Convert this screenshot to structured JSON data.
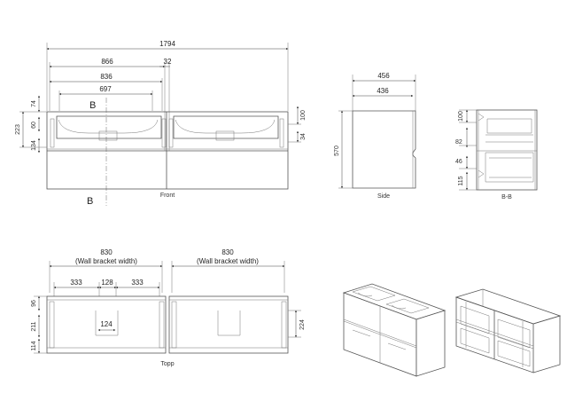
{
  "front": {
    "label": "Front",
    "dims": {
      "overall_width": "1794",
      "basin_width": "866",
      "gap": "32",
      "inner_width": "836",
      "sink_width": "697",
      "d74": "74",
      "d223": "223",
      "d60": "60",
      "d134": "134",
      "d100": "100",
      "d34": "34"
    },
    "section_mark_top": "B",
    "section_mark_bottom": "B"
  },
  "side": {
    "label": "Side",
    "dims": {
      "depth_outer": "456",
      "depth_inner": "436",
      "height": "570"
    }
  },
  "section": {
    "label": "B-B",
    "dims": {
      "d100": "100",
      "d82": "82",
      "d46": "46",
      "d115": "115"
    }
  },
  "top": {
    "label": "Topp",
    "left": {
      "width": "830",
      "caption": "(Wall bracket width)",
      "d333a": "333",
      "d128": "128",
      "d333b": "333",
      "d124": "124"
    },
    "right": {
      "width": "830",
      "caption": "(Wall bracket width)"
    },
    "dims": {
      "d96": "96",
      "d211": "211",
      "d114": "114",
      "d224": "224"
    }
  }
}
